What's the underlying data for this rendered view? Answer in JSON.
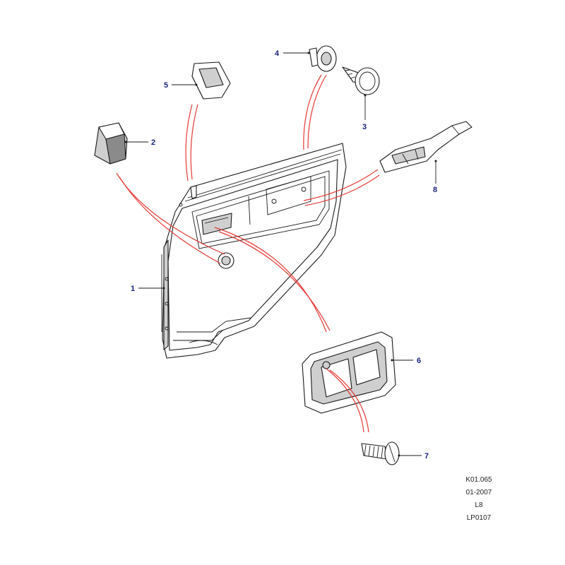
{
  "callouts": {
    "c1": "1",
    "c2": "2",
    "c3": "3",
    "c4": "4",
    "c5": "5",
    "c6": "6",
    "c7": "7",
    "c8": "8"
  },
  "footer": {
    "ref": "K01.065",
    "date": "01-2007",
    "model": "L8",
    "code": "LP0107"
  },
  "colors": {
    "callout_text": "#1a237e",
    "guide_lines": "#e53935"
  }
}
